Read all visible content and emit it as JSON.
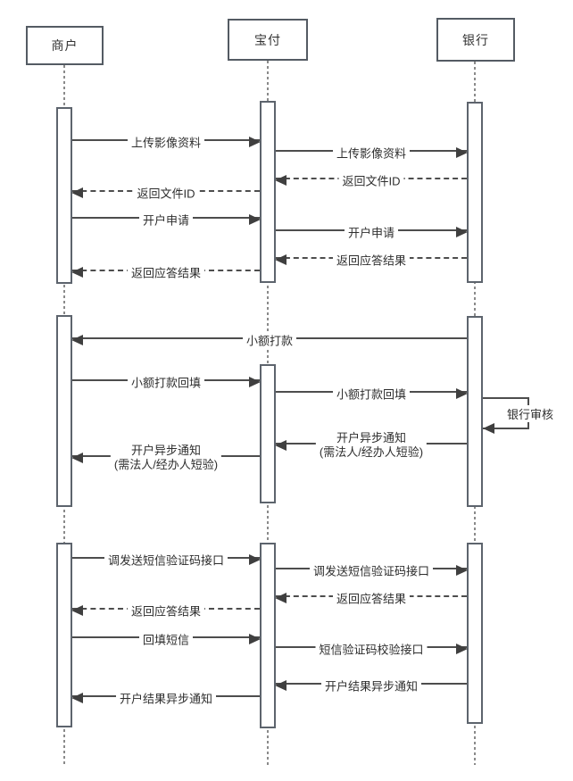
{
  "diagram_type": "sequence-diagram",
  "actors": [
    {
      "id": "merchant",
      "label": "商户"
    },
    {
      "id": "baofu",
      "label": "宝付"
    },
    {
      "id": "bank",
      "label": "银行"
    }
  ],
  "line_color": "#4d4d4d",
  "box_border_color": "#545b63",
  "messages": [
    {
      "from": "商户",
      "to": "宝付",
      "line": "solid",
      "label": "上传影像资料"
    },
    {
      "from": "宝付",
      "to": "银行",
      "line": "solid",
      "label": "上传影像资料"
    },
    {
      "from": "银行",
      "to": "宝付",
      "line": "dashed",
      "label": "返回文件ID"
    },
    {
      "from": "宝付",
      "to": "商户",
      "line": "dashed",
      "label": "返回文件ID"
    },
    {
      "from": "商户",
      "to": "宝付",
      "line": "solid",
      "label": "开户申请"
    },
    {
      "from": "宝付",
      "to": "银行",
      "line": "solid",
      "label": "开户申请"
    },
    {
      "from": "银行",
      "to": "宝付",
      "line": "dashed",
      "label": "返回应答结果"
    },
    {
      "from": "宝付",
      "to": "商户",
      "line": "dashed",
      "label": "返回应答结果"
    },
    {
      "from": "银行",
      "to": "商户",
      "line": "solid",
      "label": "小额打款"
    },
    {
      "from": "商户",
      "to": "宝付",
      "line": "solid",
      "label": "小额打款回填"
    },
    {
      "from": "宝付",
      "to": "银行",
      "line": "solid",
      "label": "小额打款回填"
    },
    {
      "from": "银行",
      "to": "银行",
      "line": "solid",
      "label": "银行审核"
    },
    {
      "from": "银行",
      "to": "宝付",
      "line": "solid",
      "label": "开户异步通知",
      "label2": "(需法人/经办人短验)"
    },
    {
      "from": "宝付",
      "to": "商户",
      "line": "solid",
      "label": "开户异步通知",
      "label2": "(需法人/经办人短验)"
    },
    {
      "from": "商户",
      "to": "宝付",
      "line": "solid",
      "label": "调发送短信验证码接口"
    },
    {
      "from": "宝付",
      "to": "银行",
      "line": "solid",
      "label": "调发送短信验证码接口"
    },
    {
      "from": "银行",
      "to": "宝付",
      "line": "dashed",
      "label": "返回应答结果"
    },
    {
      "from": "宝付",
      "to": "商户",
      "line": "dashed",
      "label": "返回应答结果"
    },
    {
      "from": "商户",
      "to": "宝付",
      "line": "solid",
      "label": "回填短信"
    },
    {
      "from": "宝付",
      "to": "银行",
      "line": "solid",
      "label": "短信验证码校验接口"
    },
    {
      "from": "银行",
      "to": "宝付",
      "line": "solid",
      "label": "开户结果异步通知"
    },
    {
      "from": "宝付",
      "to": "商户",
      "line": "solid",
      "label": "开户结果异步通知"
    }
  ]
}
